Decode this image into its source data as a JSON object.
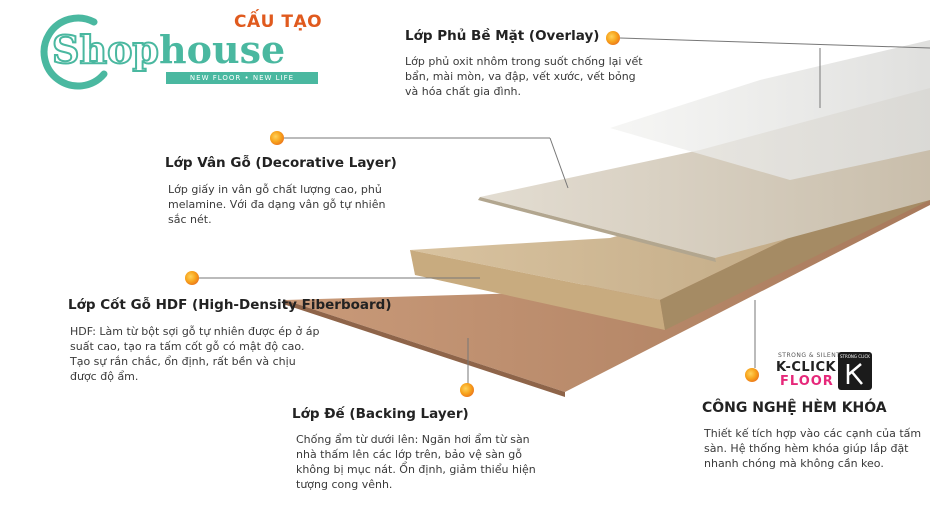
{
  "logo": {
    "word_left": "Shop",
    "word_right": "house",
    "tagline": "NEW FLOOR • NEW LIFE",
    "brand_color": "#4ab8a0"
  },
  "section_title": "CẤU TẠO",
  "layers": {
    "overlay": {
      "title": "Lớp Phủ Bề Mặt (Overlay)",
      "description": "Lớp phủ oxit nhôm trong suốt chống lại vết bẩn, mài mòn, va đập, vết xước, vết bỏng và hóa chất gia đình."
    },
    "decorative": {
      "title": "Lớp Vân Gỗ (Decorative Layer)",
      "description": "Lớp giấy in vân gỗ chất lượng cao, phủ melamine. Với đa dạng vân gỗ tự nhiên sắc nét."
    },
    "hdf": {
      "title": "Lớp Cốt Gỗ HDF (High-Density Fiberboard)",
      "description": "HDF: Làm từ bột sợi gỗ tự nhiên được ép ở áp suất cao, tạo ra tấm cốt gỗ có mật độ cao.  Tạo sự rắn chắc, ổn định, rất bền và chịu được độ ẩm."
    },
    "backing": {
      "title": "Lớp Đế (Backing Layer)",
      "description": "Chống ẩm từ dưới lên: Ngăn hơi ẩm từ sàn nhà thấm lên các lớp trên, bảo vệ sàn gỗ không bị mục nát. Ổn định, giảm thiểu hiện tượng cong vênh."
    }
  },
  "locking": {
    "title": "CÔNG NGHỆ HÈM KHÓA",
    "description": "Thiết kế tích hợp vào các cạnh của tấm sàn. Hệ thống hèm khóa giúp lắp đặt nhanh chóng mà không cần keo.",
    "badge_small": "STRONG & SILENT",
    "badge_main": "K-CLICK",
    "badge_floor": "FLOOR",
    "badge_icon_caption": "STRONG CLICK"
  },
  "colors": {
    "accent_orange": "#e05a1e",
    "dot_yellow": "#f7a21b",
    "kclick_pink": "#e6287a"
  }
}
